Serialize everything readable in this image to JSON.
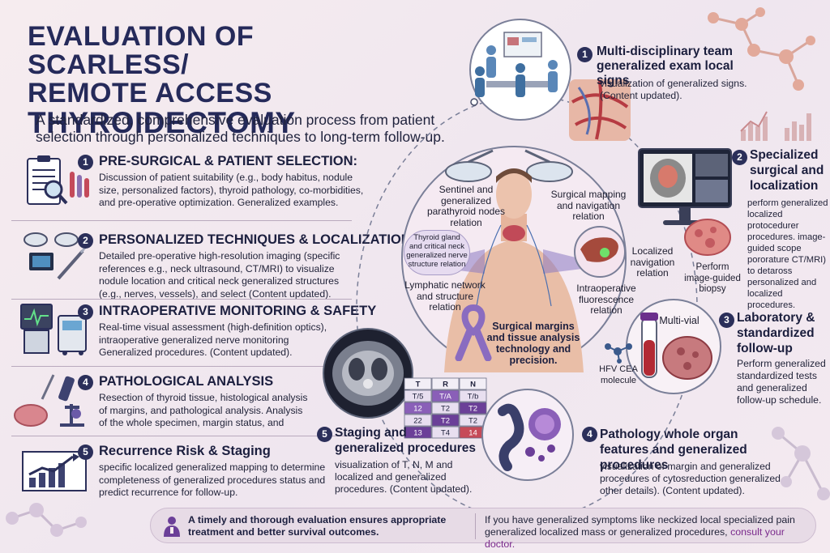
{
  "title_line1_a": "EVALUATION OF ",
  "title_line1_b": "SCARLESS/",
  "title_line2": "REMOTE ACCESS",
  "title_line3": "THYROIDECTOMY",
  "subtitle": "A standardized, comprehensive evaluation process from patient selection through personalized techniques to long-term follow-up.",
  "left_steps": [
    {
      "num": "1",
      "head": "PRE-SURGICAL & PATIENT SELECTION:",
      "body": "Discussion of patient suitability (e.g., body habitus, nodule size, personalized factors), thyroid pathology, co-morbidities, and pre-operative optimization. Generalized examples."
    },
    {
      "num": "2",
      "head": "PERSONALIZED TECHNIQUES & LOCALIZATION:",
      "body": "Detailed pre-operative high-resolution imaging (specific references e.g., neck ultrasound, CT/MRI) to visualize nodule location and critical neck generalized structures (e.g., nerves, vessels), and select (Content updated)."
    },
    {
      "num": "3",
      "head": "INTRAOPERATIVE MONITORING & SAFETY",
      "body": "Real-time visual assessment (high-definition optics), intraoperative generalized nerve monitoring Generalized procedures. (Content updated)."
    },
    {
      "num": "4",
      "head": "PATHOLOGICAL ANALYSIS",
      "body": "Resection of thyroid tissue, histological analysis of margins, and pathological analysis. Analysis of the whole specimen, margin status, and"
    },
    {
      "num": "5",
      "head": "Recurrence Risk & Staging",
      "body": "specific localized generalized mapping to determine completeness of generalized procedures status and predict recurrence for follow-up."
    }
  ],
  "right_steps": {
    "s1": {
      "num": "1",
      "head": "Multi-disciplinary team generalized exam local signs",
      "body": "visualization of generalized signs. (Content updated)."
    },
    "s2": {
      "num": "2",
      "head": "Specialized surgical and localization",
      "body": "perform generalized localized protocedurer procedures. image-guided scope pororature CT/MRI) to detaross personalized and localized procedures."
    },
    "s3": {
      "num": "3",
      "head": "Laboratory & standardized follow-up",
      "body": "Perform generalized standardized tests and generalized follow-up schedule."
    },
    "s4": {
      "num": "4",
      "head": "Pathology whole organ features and generalized procedures",
      "body": "visualization of margin and generalized procedures of cytosreduction generalized other details). (Content updated)."
    },
    "s5": {
      "num": "5",
      "head": "Staging and generalized procedures",
      "body": "visualization of T, N, M and localized and generalized procedures. (Content updated)."
    }
  },
  "center_labels": {
    "sentinel": "Sentinel and generalized parathyroid nodes relation",
    "mapping": "Surgical mapping and navigation relation",
    "thyroid_gland": "Thyroid gland and critical neck generalized nerve structure relation",
    "localized_nav": "Localized navigation relation",
    "lymphatic": "Lymphatic network and structure relation",
    "fluorescence": "Intraoperative fluorescence relation",
    "margins": "Surgical margins and tissue analysis technology and precision.",
    "biopsy": "Perform image-guided biopsy",
    "multivial": "Multi-vial",
    "hfv": "HFV CEA molecule"
  },
  "staging_table": [
    [
      "T",
      "R",
      "N"
    ],
    [
      "T/5",
      "T/A",
      "T/b"
    ],
    [
      "12",
      "T2",
      "T2"
    ],
    [
      "22",
      "T2",
      "T2"
    ],
    [
      "13",
      "T4",
      "14"
    ]
  ],
  "footer": {
    "left": "A timely and thorough evaluation ensures appropriate treatment and better survival outcomes.",
    "right_text": "If you have generalized symptoms like neckized local specialized pain generalized localized mass or generalized procedures, ",
    "right_link": "consult your doctor."
  },
  "colors": {
    "navy": "#252a5a",
    "purple": "#6c4aa8",
    "accent_link": "#7a2a8c"
  }
}
